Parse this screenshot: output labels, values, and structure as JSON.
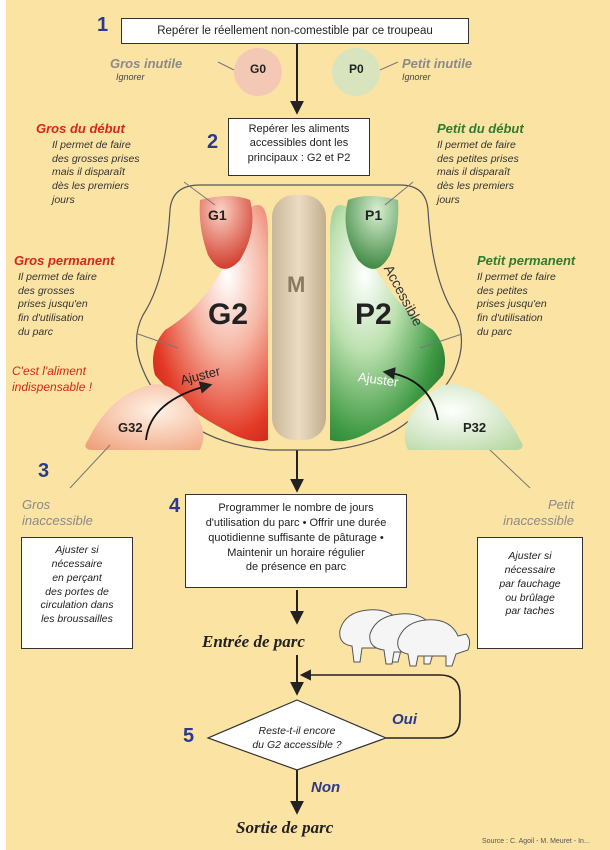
{
  "steps": {
    "s1": {
      "number": "1",
      "text": "Repérer le réellement non-comestible par ce troupeau"
    },
    "s2": {
      "number": "2",
      "line1": "Repérer les aliments",
      "line2": "accessibles dont les",
      "line3": "principaux : G2 et P2"
    },
    "s3": {
      "number": "3"
    },
    "s4": {
      "number": "4",
      "line1": "Programmer le nombre de jours",
      "line2": "d'utilisation du parc • Offrir une durée",
      "line3": "quotidienne suffisante de pâturage •",
      "line4": "Maintenir un horaire régulier",
      "line5": "de présence en parc"
    },
    "s5": {
      "number": "5",
      "line1": "Reste-t-il encore",
      "line2": "du G2 accessible ?"
    }
  },
  "top": {
    "gros_inutile": {
      "title": "Gros inutile",
      "sub": "Ignorer",
      "symbol": "G0"
    },
    "petit_inutile": {
      "title": "Petit inutile",
      "sub": "Ignorer",
      "symbol": "P0"
    }
  },
  "left": {
    "gros_debut": {
      "title": "Gros du début",
      "desc": "Il permet de faire\ndes grosses prises\nmais il disparaît\ndès les premiers\njours"
    },
    "gros_permanent": {
      "title": "Gros permanent",
      "desc": "Il permet de faire\ndes grosses\nprises jusqu'en\nfin d'utilisation\ndu parc",
      "note": "C'est l'aliment\nindispensable !"
    },
    "gros_inaccessible": {
      "title": "Gros\ninaccessible",
      "box": "Ajuster si\nnécessaire\nen perçant\ndes portes de\ncirculation dans\nles broussailles"
    }
  },
  "right": {
    "petit_debut": {
      "title": "Petit du début",
      "desc": "Il permet de faire\ndes petites prises\nmais il disparaît\ndès les premiers\njours"
    },
    "petit_permanent": {
      "title": "Petit permanent",
      "desc": "Il permet de faire\ndes petites\nprises jusqu'en\nfin d'utilisation\ndu parc"
    },
    "petit_inaccessible": {
      "title": "Petit\ninaccessible",
      "box": "Ajuster si\nnécessaire\npar fauchage\nou brûlage\npar taches"
    }
  },
  "center": {
    "g1": "G1",
    "p1": "P1",
    "g2": "G2",
    "p2": "P2",
    "m": "M",
    "g32": "G32",
    "p32": "P32",
    "ajuster_left": "Ajuster",
    "ajuster_right": "Ajuster",
    "accessible": "Accessible"
  },
  "flow": {
    "entree": "Entrée de parc",
    "sortie": "Sortie de parc",
    "oui": "Oui",
    "non": "Non"
  },
  "footer": {
    "source": "Source : C. Agoil - M. Meuret - In..."
  },
  "colors": {
    "background": "#fbe3a4",
    "red": "#d7261b",
    "green": "#2e7d2e",
    "blue": "#2b3a8c"
  }
}
